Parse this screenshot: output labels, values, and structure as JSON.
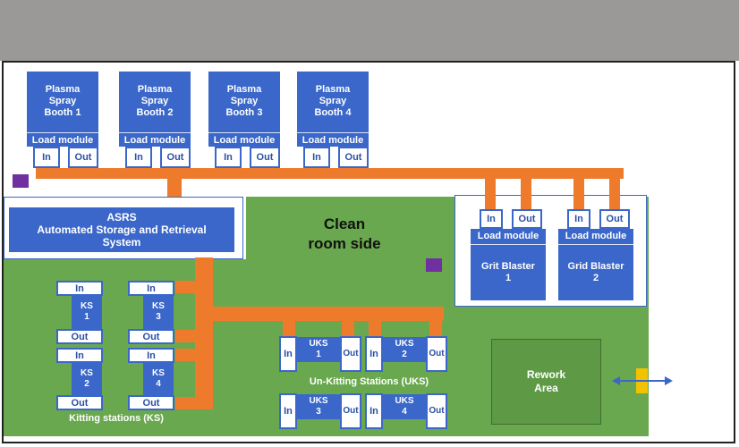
{
  "booths": [
    {
      "name": "Plasma\nSpray\nBooth 1"
    },
    {
      "name": "Plasma\nSpray\nBooth 2"
    },
    {
      "name": "Plasma\nSpray\nBooth 3"
    },
    {
      "name": "Plasma\nSpray\nBooth 4"
    }
  ],
  "load_module": "Load module",
  "port_in": "In",
  "port_out": "Out",
  "asrs": {
    "title": "ASRS",
    "subtitle": "Automated Storage and Retrieval System"
  },
  "clean_room": "Clean\nroom side",
  "blasters": [
    {
      "name": "Grit Blaster\n1"
    },
    {
      "name": "Grid Blaster\n2"
    }
  ],
  "kitting": {
    "label": "Kitting stations (KS)",
    "stations": [
      "KS\n1",
      "KS\n3",
      "KS\n2",
      "KS\n4"
    ]
  },
  "unkitting": {
    "label": "Un-Kitting Stations (UKS)",
    "stations": [
      "UKS\n1",
      "UKS\n2",
      "UKS\n3",
      "UKS\n4"
    ]
  },
  "rework": "Rework\nArea",
  "colors": {
    "conveyor": "#ee7b2c",
    "floor": "#6aa84f",
    "module": "#3a67c9",
    "marker": "#7030a0",
    "door": "#f2c200"
  }
}
